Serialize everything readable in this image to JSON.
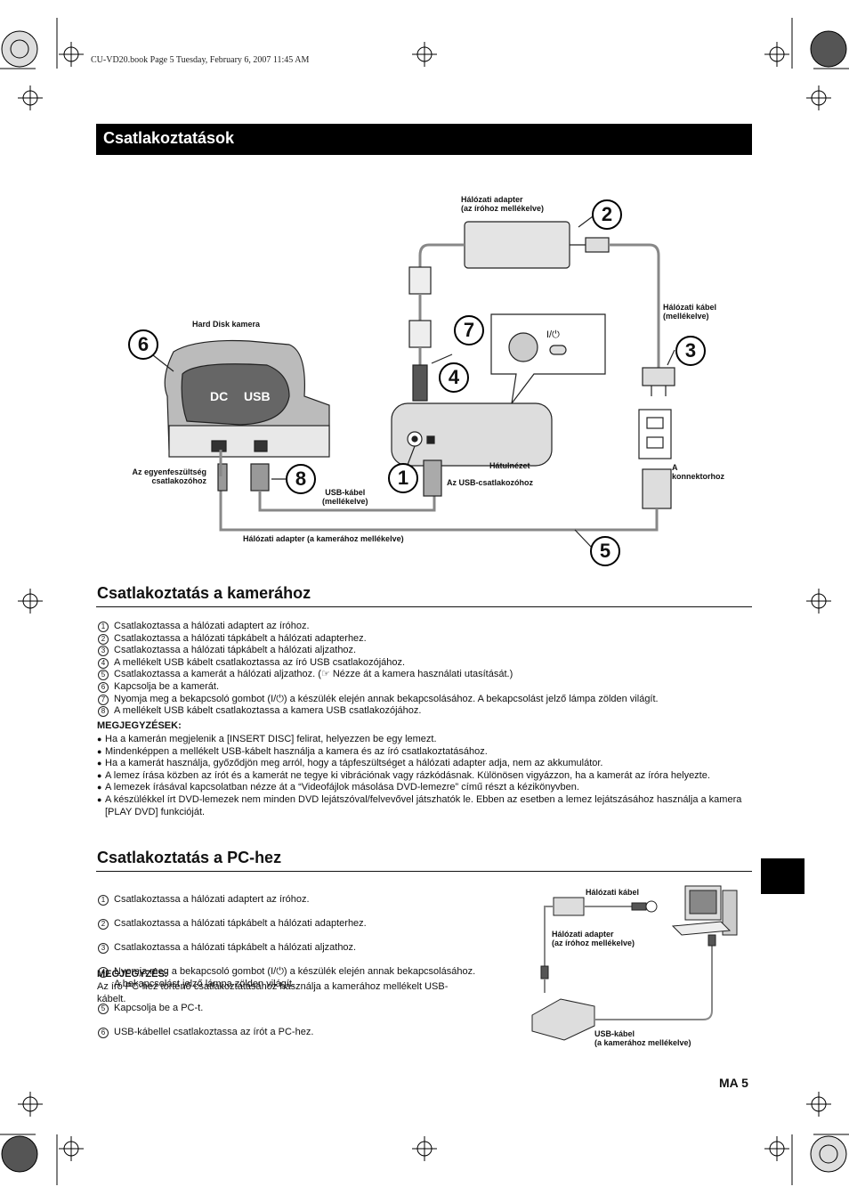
{
  "header": {
    "file_line": "CU-VD20.book  Page 5  Tuesday, February 6, 2007  11:45 AM"
  },
  "title": "Csatlakoztatások",
  "diagram_top": {
    "labels": {
      "adapter_writer": "Hálózati adapter\n(az íróhoz mellékelve)",
      "mains_cable": "Hálózati kábel\n(mellékelve)",
      "camera": "Hard Disk kamera",
      "dc_port": "Az egyenfeszültség\ncsatlakozóhoz",
      "usb_cable": "USB-kábel\n(mellékelve)",
      "rear_view": "Hátulnézet",
      "usb_port": "Az USB-csatlakozóhoz",
      "outlet": "A\nkonnektorhoz",
      "adapter_camera": "Hálózati adapter (a kamerához mellékelve)",
      "dc_text": "DC",
      "usb_text": "USB",
      "power_text": "I/⏻"
    },
    "callouts": [
      "1",
      "2",
      "3",
      "4",
      "5",
      "6",
      "7",
      "8"
    ]
  },
  "camera_section": {
    "heading": "Csatlakoztatás a kamerához",
    "steps": [
      {
        "n": "1",
        "text": "Csatlakoztassa a hálózati adaptert az íróhoz."
      },
      {
        "n": "2",
        "text": "Csatlakoztassa a hálózati tápkábelt a hálózati adapterhez."
      },
      {
        "n": "3",
        "text": "Csatlakoztassa a hálózati tápkábelt a hálózati aljzathoz."
      },
      {
        "n": "4",
        "text": "A mellékelt USB kábelt csatlakoztassa az író USB csatlakozójához."
      },
      {
        "n": "5",
        "text": "Csatlakoztassa a kamerát a hálózati aljzathoz. (☞ Nézze át a kamera használati utasítását.)"
      },
      {
        "n": "6",
        "text": "Kapcsolja be a kamerát."
      },
      {
        "n": "7",
        "text": "Nyomja meg a bekapcsoló gombot (I/⏻) a készülék elején annak bekapcsolásához. A bekapcsolást jelző lámpa zölden világít."
      },
      {
        "n": "8",
        "text": "A mellékelt USB kábelt csatlakoztassa a kamera USB csatlakozójához."
      }
    ],
    "notes_heading": "MEGJEGYZÉSEK:",
    "notes": [
      "Ha a kamerán megjelenik a [INSERT DISC] felirat, helyezzen be egy lemezt.",
      "Mindenképpen a mellékelt USB-kábelt használja a kamera és az író csatlakoztatásához.",
      "Ha a kamerát használja, győződjön meg arról, hogy a tápfeszültséget a hálózati adapter adja, nem az akkumulátor.",
      "A lemez írása közben az írót és a kamerát ne tegye ki vibrációnak vagy rázkódásnak. Különösen vigyázzon, ha a kamerát az íróra helyezte.",
      "A lemezek írásával kapcsolatban nézze át a “Videofájlok másolása DVD-lemezre” című részt a kézikönyvben.",
      "A készülékkel írt DVD-lemezek nem minden DVD lejátszóval/felvevővel játszhatók le. Ebben az esetben a lemez lejátszásához használja a kamera [PLAY DVD] funkcióját."
    ]
  },
  "pc_section": {
    "heading": "Csatlakoztatás a PC-hez",
    "steps": [
      {
        "n": "1",
        "text": "Csatlakoztassa a hálózati adaptert az íróhoz."
      },
      {
        "n": "2",
        "text": "Csatlakoztassa a hálózati tápkábelt a hálózati adapterhez."
      },
      {
        "n": "3",
        "text": "Csatlakoztassa a hálózati tápkábelt a hálózati aljzathoz."
      },
      {
        "n": "4",
        "text": "Nyomja meg a bekapcsoló gombot (I/⏻) a készülék elején annak bekapcsolásához.\nA bekapcsolást jelző lámpa zölden világít."
      },
      {
        "n": "5",
        "text": "Kapcsolja be a PC-t."
      },
      {
        "n": "6",
        "text": "USB-kábellel csatlakoztassa az írót a PC-hez."
      }
    ],
    "note_heading": "MEGJEGYZÉS:",
    "note": "Az író PC-hez történő csatlakoztatásához használja a kamerához mellékelt USB-\nkábelt.",
    "diagram_labels": {
      "mains_cable": "Hálózati kábel",
      "adapter_writer": "Hálózati adapter\n(az íróhoz mellékelve)",
      "usb_cable": "USB-kábel\n(a kamerához mellékelve)"
    }
  },
  "footer": {
    "page": "MA  5"
  }
}
